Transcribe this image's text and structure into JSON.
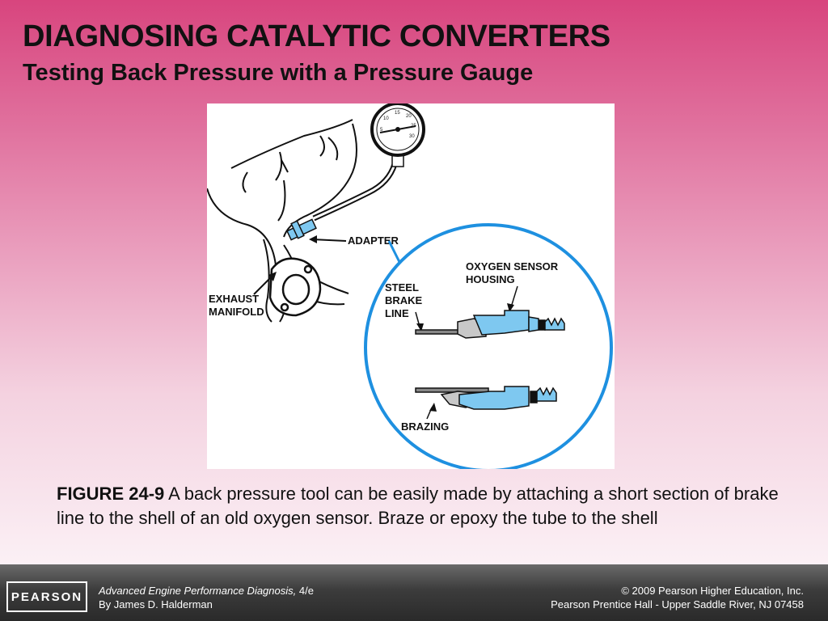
{
  "slide": {
    "title": "DIAGNOSING CATALYTIC CONVERTERS",
    "subtitle": "Testing Back Pressure with a Pressure Gauge"
  },
  "figure": {
    "labels": {
      "adapter": "ADAPTER",
      "exhaust": "EXHAUST",
      "manifold": "MANIFOLD",
      "oxygen_sensor": "OXYGEN SENSOR",
      "housing": "HOUSING",
      "steel": "STEEL",
      "brake": "BRAKE",
      "line": "LINE",
      "brazing": "BRAZING"
    },
    "gauge_ticks": [
      "5",
      "10",
      "15",
      "20",
      "25",
      "30"
    ],
    "colors": {
      "circle": "#1e90e0",
      "housing_fill": "#7ec8f0",
      "braze_fill": "#c8c8c8"
    }
  },
  "caption": {
    "figure_label": "FIGURE 24-9",
    "text": " A back pressure tool can be easily made by attaching a short section of brake line to the shell of an old oxygen sensor. Braze or epoxy the tube to the shell"
  },
  "footer": {
    "logo": "PEARSON",
    "book_title": "Advanced Engine Performance Diagnosis,",
    "edition": " 4/e",
    "author": "By James D. Halderman",
    "copyright": "© 2009 Pearson Higher Education, Inc.",
    "publisher": "Pearson Prentice Hall - Upper Saddle River, NJ 07458"
  }
}
